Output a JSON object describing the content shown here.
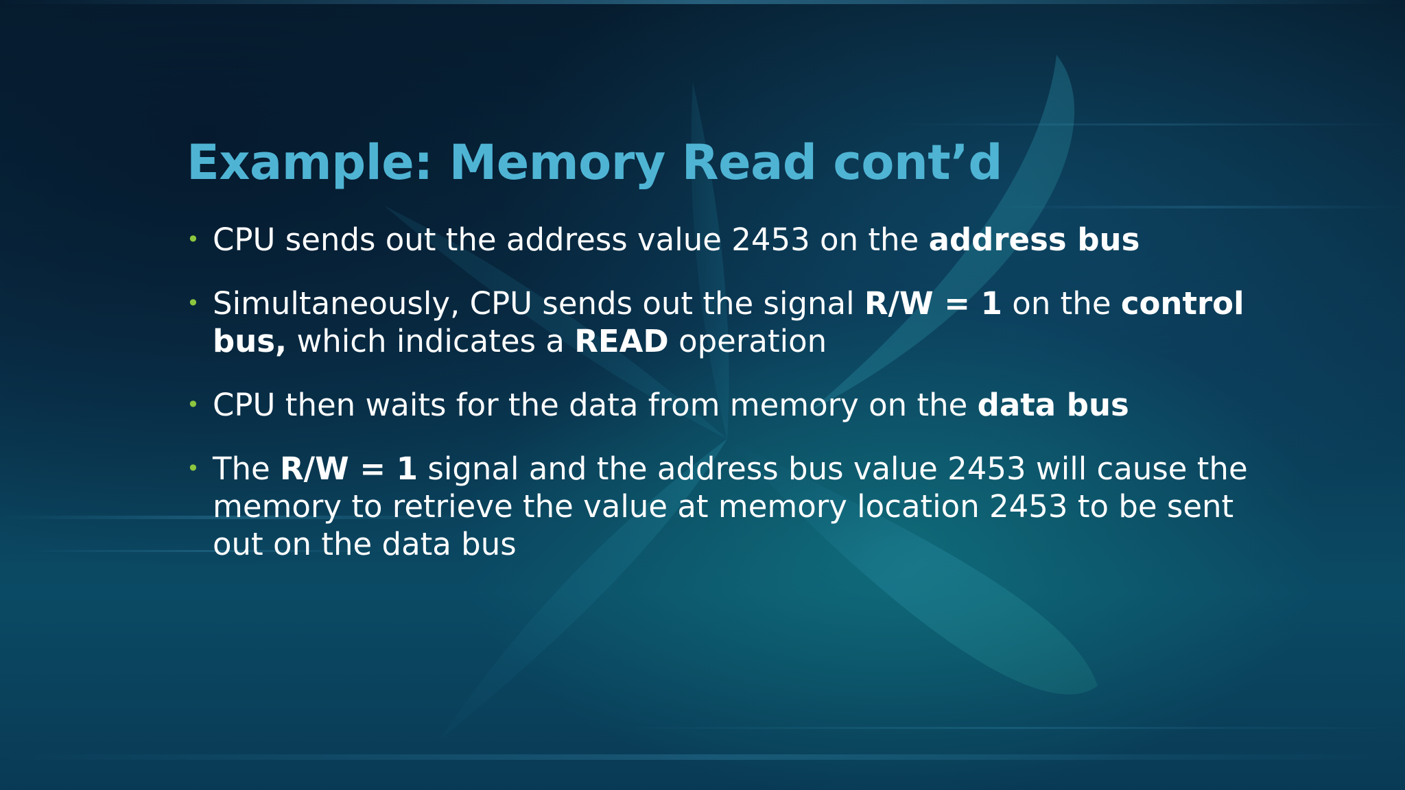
{
  "slide": {
    "title": "Example: Memory Read cont’d",
    "bullets": [
      {
        "segments": [
          "CPU sends out the address value 2453 on the ",
          "address bus"
        ]
      },
      {
        "segments": [
          "Simultaneously, CPU sends out the signal ",
          "R/W = 1",
          " on the ",
          "control bus,",
          " which indicates a ",
          "READ",
          " operation"
        ]
      },
      {
        "segments": [
          "CPU then waits for the data from memory on the ",
          "data bus"
        ]
      },
      {
        "segments": [
          "The ",
          "R/W = 1",
          " signal and the address bus value 2453 will cause the memory to retrieve the value at memory location 2453 to be sent out on the data bus"
        ]
      }
    ],
    "bullet_glyph": "•"
  },
  "colors": {
    "title": "#4fb4d4",
    "bullet": "#8cc63f",
    "text": "#ffffff",
    "background": "#0a3550"
  }
}
